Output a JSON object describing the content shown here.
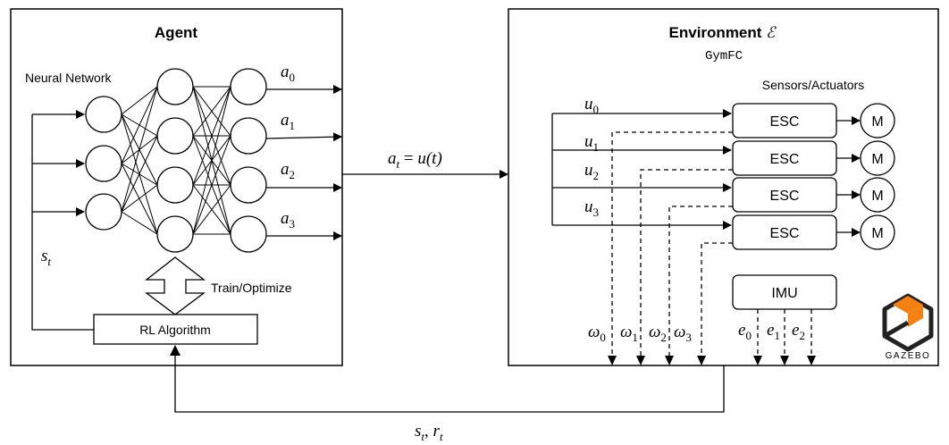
{
  "agent": {
    "title": "Agent",
    "neural_network_label": "Neural Network",
    "train_label": "Train/Optimize",
    "rl_label": "RL Algorithm",
    "state_label": "s",
    "state_sub": "t",
    "actions": [
      {
        "sym": "a",
        "sub": "0"
      },
      {
        "sym": "a",
        "sub": "1"
      },
      {
        "sym": "a",
        "sub": "2"
      },
      {
        "sym": "a",
        "sub": "3"
      }
    ]
  },
  "action_link": {
    "lhs": "a",
    "lhs_sub": "t",
    "eq": " = ",
    "rhs": "u(t)"
  },
  "environment": {
    "title": "Environment ",
    "script_e": "ℰ",
    "subtitle": "GymFC",
    "sensors_label": "Sensors/Actuators",
    "esc_labels": [
      "ESC",
      "ESC",
      "ESC",
      "ESC"
    ],
    "motor_labels": [
      "M",
      "M",
      "M",
      "M"
    ],
    "imu_label": "IMU",
    "inputs": [
      {
        "sym": "u",
        "sub": "0"
      },
      {
        "sym": "u",
        "sub": "1"
      },
      {
        "sym": "u",
        "sub": "2"
      },
      {
        "sym": "u",
        "sub": "3"
      }
    ],
    "omegas": [
      {
        "sym": "ω",
        "sub": "0"
      },
      {
        "sym": "ω",
        "sub": "1"
      },
      {
        "sym": "ω",
        "sub": "2"
      },
      {
        "sym": "ω",
        "sub": "3"
      }
    ],
    "errors": [
      {
        "sym": "e",
        "sub": "0"
      },
      {
        "sym": "e",
        "sub": "1"
      },
      {
        "sym": "e",
        "sub": "2"
      }
    ],
    "logo_text": "GAZEBO"
  },
  "feedback": {
    "s": "s",
    "s_sub": "t",
    "sep": ", ",
    "r": "r",
    "r_sub": "t"
  }
}
